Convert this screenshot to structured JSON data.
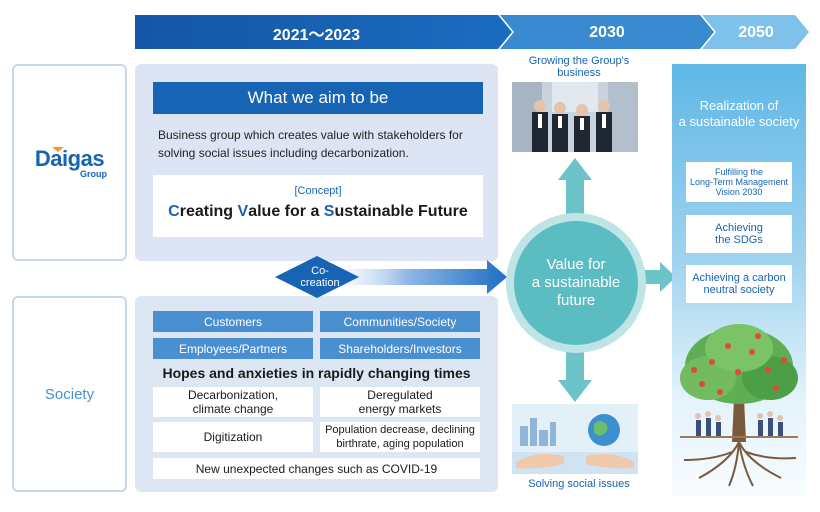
{
  "timeline": {
    "period1": "2021～2023",
    "period2": "2030",
    "period3": "2050"
  },
  "daigas": {
    "logo": "Daigas",
    "logo_sub": "Group"
  },
  "society_label": "Society",
  "aim": {
    "title": "What we aim to be",
    "description": "Business group which creates value with stakeholders for solving social issues including decarbonization.",
    "concept_tag": "[Concept]",
    "concept_parts": [
      "C",
      "reating ",
      "V",
      "alue for a ",
      "S",
      "ustainable Future"
    ]
  },
  "cocreation": "Co-\ncreation",
  "stakeholders": [
    "Customers",
    "Communities/Society",
    "Employees/Partners",
    "Shareholders/Investors"
  ],
  "hopes_title": "Hopes and anxieties in rapidly changing times",
  "issues": [
    "Decarbonization,\nclimate change",
    "Deregulated\nenergy markets",
    "Digitization",
    "Population decrease, declining\nbirthrate, aging population"
  ],
  "covid": "New unexpected changes such as COVID-19",
  "value_circle": "Value for\na sustainable\nfuture",
  "growing": "Growing the Group's\nbusiness",
  "solving": "Solving social issues",
  "realization": "Realization of\na sustainable society",
  "goals": [
    "Fulfilling the\nLong-Term Management\nVision 2030",
    "Achieving\nthe SDGs",
    "Achieving a carbon\nneutral society"
  ],
  "colors": {
    "primary_blue": "#1764b4",
    "teal": "#5bbcc2",
    "light_panel": "#dde5f4"
  }
}
